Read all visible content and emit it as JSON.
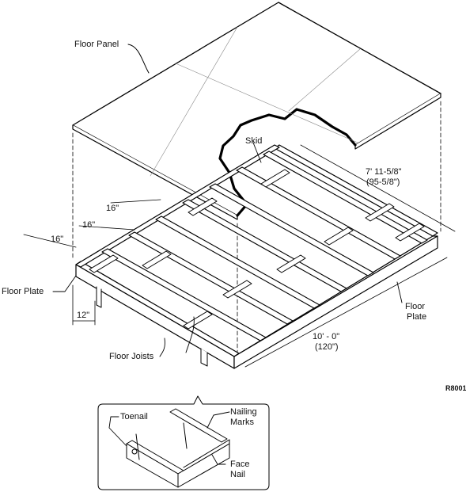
{
  "labels": {
    "floor_panel": "Floor Panel",
    "skid": "Skid",
    "dim_length_1": "7' 11-5/8\"",
    "dim_length_2": "(95-5/8\")",
    "dim_16_a": "16\"",
    "dim_16_b": "16\"",
    "dim_16_c": "16\"",
    "floor_plate_left": "Floor Plate",
    "dim_12": "12\"",
    "floor_plate_right_1": "Floor",
    "floor_plate_right_2": "Plate",
    "dim_width_1": "10' - 0\"",
    "dim_width_2": "(120\")",
    "floor_joists": "Floor Joists",
    "figure_code": "R8001",
    "toenail": "Toenail",
    "nailing_1": "Nailing",
    "nailing_2": "Marks",
    "face_1": "Face",
    "face_2": "Nail"
  }
}
